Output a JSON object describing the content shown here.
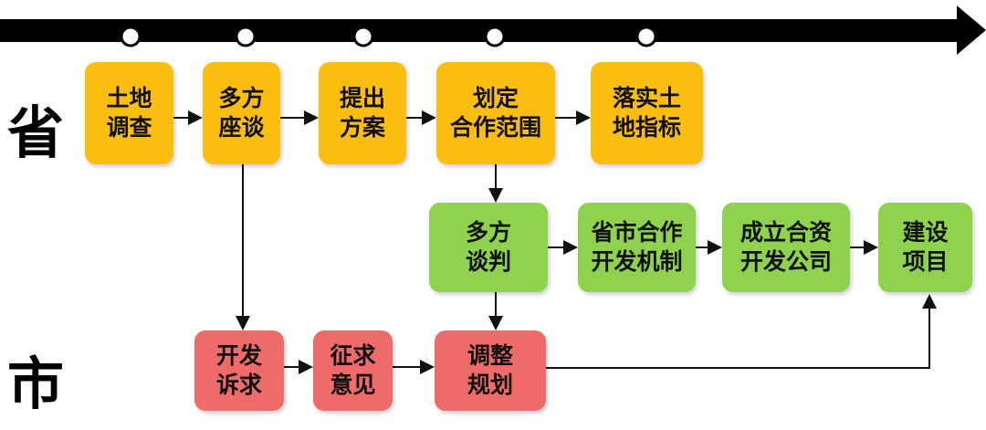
{
  "levels": {
    "province": "省",
    "city": "市"
  },
  "province_row": [
    "土地\n调查",
    "多方\n座谈",
    "提出\n方案",
    "划定\n合作范围",
    "落实土\n地指标"
  ],
  "middle_row": [
    "多方\n谈判",
    "省市合作\n开发机制",
    "成立合资\n开发公司",
    "建设\n项目"
  ],
  "city_row": [
    "开发\n诉求",
    "征求\n意见",
    "调整\n规划"
  ],
  "colors": {
    "province": "#fbbd0f",
    "middle": "#8fd24e",
    "city": "#ef6b6a"
  }
}
